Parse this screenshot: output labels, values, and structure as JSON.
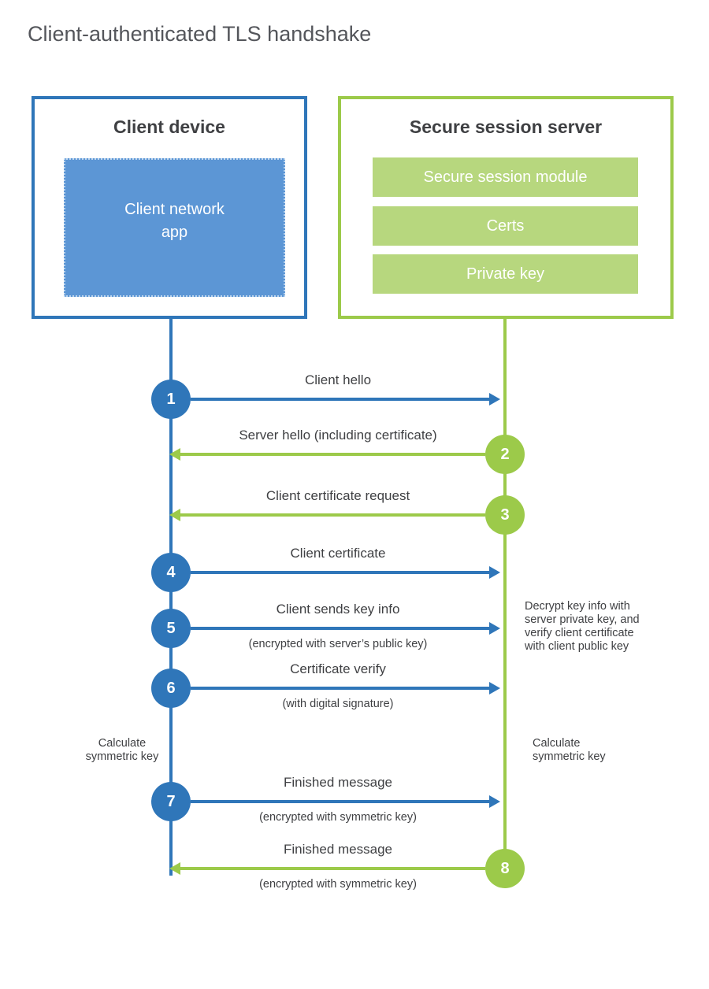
{
  "title": "Client-authenticated TLS handshake",
  "colors": {
    "blue": "#2F76B9",
    "blue_fill": "#5C96D5",
    "green": "#9CCA4A",
    "green_fill": "#B7D77E",
    "text_dark": "#3F4043",
    "text_gray": "#54565B"
  },
  "client": {
    "title": "Client device",
    "module": "Client network app"
  },
  "server": {
    "title": "Secure session server",
    "modules": [
      "Secure session module",
      "Certs",
      "Private key"
    ]
  },
  "steps": [
    {
      "num": "1",
      "label": "Client hello",
      "sub": "",
      "from": "client"
    },
    {
      "num": "2",
      "label": "Server hello (including certificate)",
      "sub": "",
      "from": "server"
    },
    {
      "num": "3",
      "label": "Client certificate request",
      "sub": "",
      "from": "server"
    },
    {
      "num": "4",
      "label": "Client certificate",
      "sub": "",
      "from": "client"
    },
    {
      "num": "5",
      "label": "Client sends key info",
      "sub": "(encrypted with server’s public key)",
      "from": "client"
    },
    {
      "num": "6",
      "label": "Certificate verify",
      "sub": "(with digital signature)",
      "from": "client"
    },
    {
      "num": "7",
      "label": "Finished message",
      "sub": "(encrypted with symmetric key)",
      "from": "client"
    },
    {
      "num": "8",
      "label": "Finished message",
      "sub": "(encrypted with symmetric key)",
      "from": "server"
    }
  ],
  "annotations": {
    "decrypt_note": "Decrypt key info with server private key, and verify client certificate with client public key",
    "calc_left": "Calculate symmetric key",
    "calc_right": "Calculate symmetric key"
  }
}
